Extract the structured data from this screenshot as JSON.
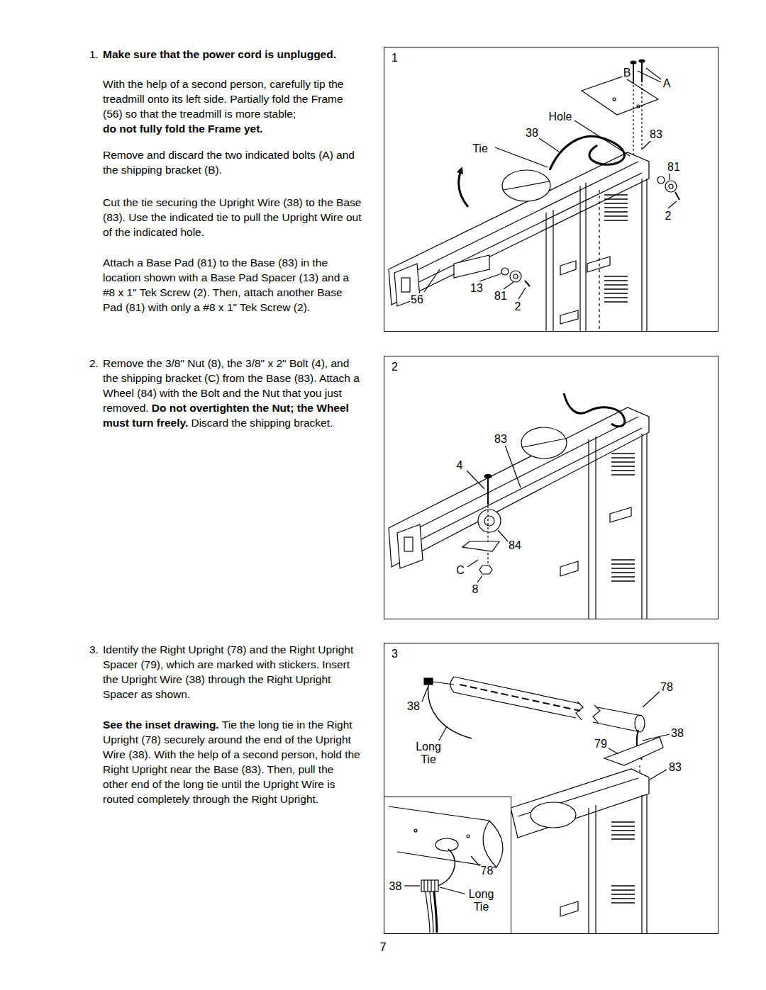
{
  "diagram": {
    "nodes": [
      {
        "text": [
          "1"
        ]
      },
      {
        "text": [
          "2"
        ]
      },
      {
        "text": [
          "3"
        ]
      },
      {
        "text": [
          "78",
          "38",
          "Long Tie"
        ],
        "in": 2
      }
    ],
    "labels": [
      "1.",
      "Make sure that the power cord is unplugged.",
      "With the help of a second person, carefully tip the treadmill onto its left side. Partially fold the Frame (56) so that the treadmill is more stable;",
      "do not fully fold the Frame yet.",
      "Remove and discard the two indicated bolts (A) and the shipping bracket (B).",
      "Cut the tie securing the Upright Wire (38) to the Base (83). Use the indicated tie to pull the Upright Wire out of the indicated hole.",
      "Attach a Base Pad (81) to the Base (83) in the location shown with a Base Pad Spacer (13) and a #8 x 1\" Tek Screw (2). Then, attach another Base Pad (81) with only a #8 x 1\" Tek Screw (2).",
      "2.",
      "Remove the 3/8\" Nut (8), the 3/8\" x 2\" Bolt (4), and the shipping bracket (C) from the Base (83). Attach a Wheel (84) with the Bolt and the Nut that you just removed.",
      "Do not overtighten the Nut; the Wheel must turn freely.",
      "Discard the shipping bracket.",
      "3.",
      "Identify the Right Upright (78) and the Right Upright Spacer (79), which are marked with stickers. Insert the Upright Wire (38) through the Right Upright Spacer as shown.",
      "See the inset drawing.",
      "Tie the long tie in the Right Upright (78) securely around the end of the Upright Wire (38). With the help of a second person, hold the Right Upright near the Base (83). Then, pull the other end of the long tie until the Upright Wire is routed completely through the Right Upright.",
      "7",
      "B",
      "A",
      "Hole",
      "38",
      "83",
      "Tie",
      "81",
      "2",
      "13",
      "81",
      "56",
      "2",
      "83",
      "4",
      "84",
      "C",
      "8",
      "78",
      "38",
      "38",
      "Long Tie",
      "79",
      "83"
    ]
  }
}
